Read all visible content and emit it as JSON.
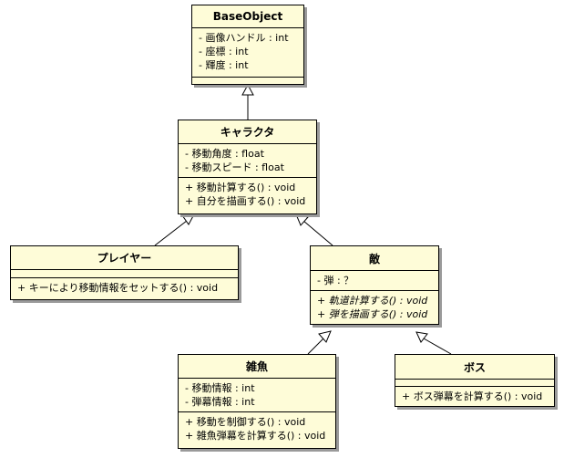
{
  "classes": {
    "base_object": {
      "name": "BaseObject",
      "attributes": [
        "- 画像ハンドル : int",
        "- 座標 : int",
        "- 輝度 : int"
      ],
      "operations": []
    },
    "character": {
      "name": "キャラクタ",
      "attributes": [
        "- 移動角度 : float",
        "- 移動スピード : float"
      ],
      "operations": [
        "+ 移動計算する() : void",
        "+ 自分を描画する() : void"
      ]
    },
    "player": {
      "name": "プレイヤー",
      "attributes": [],
      "operations": [
        "+ キーにより移動情報をセットする() : void"
      ]
    },
    "enemy": {
      "name": "敵",
      "attributes": [
        "- 弾 : ？"
      ],
      "operations": [
        "+ 軌道計算する() : void",
        "+ 弾を描画する() : void"
      ]
    },
    "minion": {
      "name": "雑魚",
      "attributes": [
        "- 移動情報 : int",
        "- 弾幕情報 : int"
      ],
      "operations": [
        "+ 移動を制御する() : void",
        "+ 雑魚弾幕を計算する() : void"
      ]
    },
    "boss": {
      "name": "ボス",
      "attributes": [],
      "operations": [
        "+ ボス弾幕を計算する() : void"
      ]
    }
  }
}
